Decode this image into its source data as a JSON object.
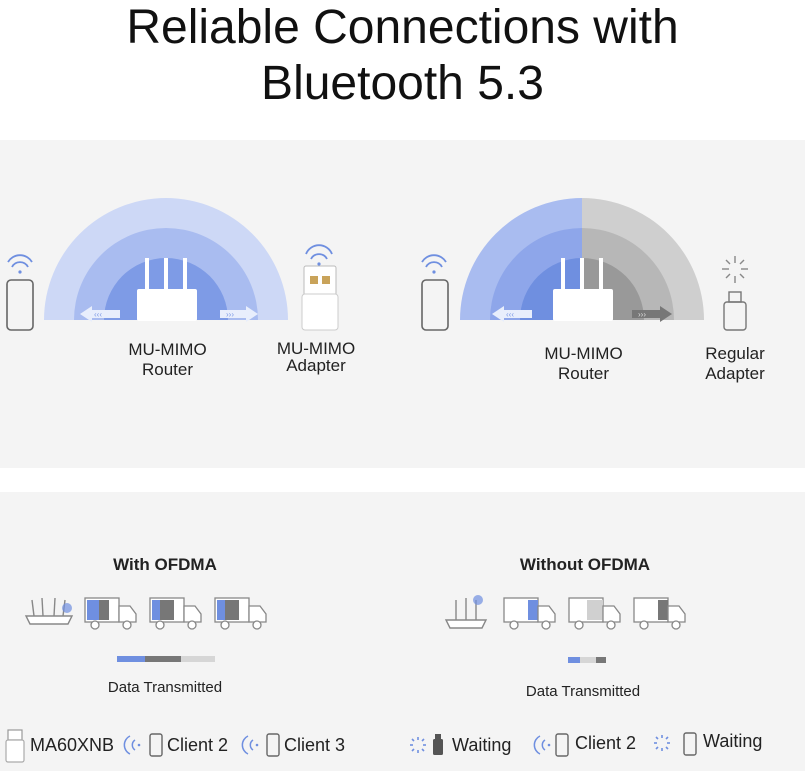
{
  "header": {
    "title_line1": "Reliable Connections with",
    "title_line2": "Bluetooth 5.3"
  },
  "top_panel": {
    "left_router_label": [
      "MU-MIMO",
      "Router"
    ],
    "left_adapter_label": [
      "MU-MIMO",
      "Adapter"
    ],
    "right_router_label": [
      "MU-MIMO",
      "Router"
    ],
    "right_adapter_label": [
      "Regular",
      "Adapter"
    ]
  },
  "bottom_panel": {
    "with_title": "With OFDMA",
    "without_title": "Without OFDMA",
    "with_data_label": "Data Transmitted",
    "without_data_label": "Data Transmitted",
    "legend_with": [
      "MA60XNB",
      "Client 2",
      "Client 3"
    ],
    "legend_without": [
      "Waiting",
      "Client 2",
      "Waiting"
    ]
  },
  "colors": {
    "blue": "#6f8fe0",
    "gray": "#7d7d7d",
    "light_gray": "#d0d0d0",
    "panel_bg": "#f4f4f4"
  }
}
